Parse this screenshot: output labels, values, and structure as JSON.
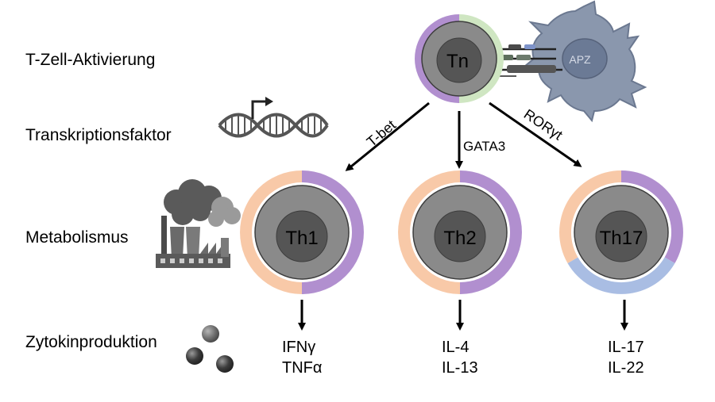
{
  "rows": {
    "activation": "T-Zell-Aktivierung",
    "tf": "Transkriptionsfaktor",
    "metabolism": "Metabolismus",
    "cytokine": "Zytokinproduktion"
  },
  "naive_cell": {
    "label": "Tn"
  },
  "apc": {
    "label": "APZ"
  },
  "transitions": {
    "left": "T-bet",
    "middle": "GATA3",
    "right": "RORγt"
  },
  "cells": [
    {
      "label": "Th1",
      "cytokines": [
        "IFNγ",
        "TNFα"
      ]
    },
    {
      "label": "Th2",
      "cytokines": [
        "IL-4",
        "IL-13"
      ]
    },
    {
      "label": "Th17",
      "cytokines": [
        "IL-17",
        "IL-22"
      ]
    }
  ],
  "colors": {
    "purple": "#b18fcf",
    "peach": "#f8c9a8",
    "green": "#cfe6c2",
    "blue": "#a9bde3",
    "cell_outer": "#8a8a8a",
    "cell_inner": "#555555",
    "apc": "#8a97ad",
    "dna": "#555555"
  },
  "icons": {
    "dna": "dna-helix-icon",
    "factory": "factory-icon",
    "cytokine": "cytokine-spheres-icon",
    "apc": "antigen-presenting-cell-icon"
  }
}
